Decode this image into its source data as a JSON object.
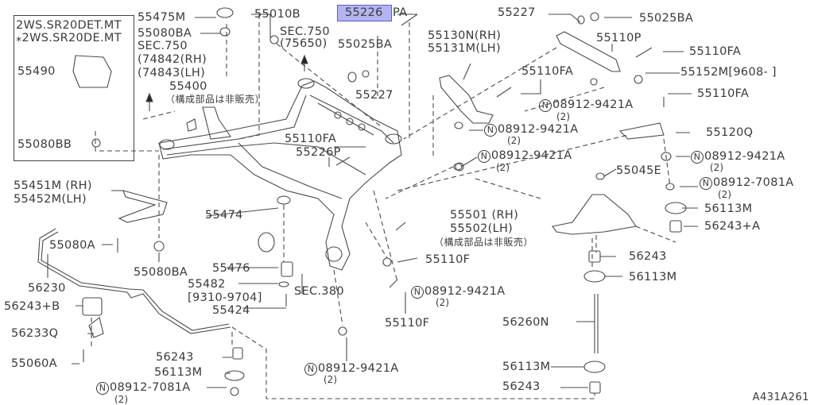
{
  "highlight": {
    "part": "55226",
    "color": "#b4b4f0",
    "border": "#5b5bd6"
  },
  "inset": {
    "line1": "2WS.SR20DET.MT",
    "line2": "⁎2WS.SR20DE.MT",
    "parts": [
      "55490",
      "55080BB"
    ]
  },
  "labels": {
    "p55475M": "55475M",
    "p55080BA_top": "55080BA",
    "sec750a": "SEC.750",
    "p74842": "(74842(RH)",
    "p74843": "(74843(LH)",
    "p55400": "55400",
    "jp_notsold_1": "（構成部品は非販売）",
    "p55010B": "55010B",
    "sec750b": "SEC.750",
    "p75650": "(75650)",
    "p55025BA_mid": "55025BA",
    "p55227_mid": "55227",
    "p55226PA_rest": "PA",
    "p55130N": "55130N(RH)",
    "p55131M": "55131M(LH)",
    "p55227_top": "55227",
    "p55025BA_top": "55025BA",
    "p55110P": "55110P",
    "p55110FA_r1": "55110FA",
    "p55152M": "55152M[9608-    ]",
    "p55110FA_mid": "55110FA",
    "p55110FA_r2": "55110FA",
    "n08912_a": "08912-9421A",
    "n08912_b": "08912-9421A",
    "p55120Q": "55120Q",
    "p55110FA_c": "55110FA",
    "p55226P": "55226P",
    "n08912_c": "08912-9421A",
    "n08912_d": "08912-9421A",
    "p55045E": "55045E",
    "n08912_7081_r": "08912-7081A",
    "p55451M": "55451M (RH)",
    "p55452M": "55452M(LH)",
    "p55474": "55474",
    "p55501": "55501 (RH)",
    "p55502": "55502(LH)",
    "jp_notsold_2": "（構成部品は非販売）",
    "p56113M_r1": "56113M",
    "p56243A": "56243+A",
    "p55080A": "55080A",
    "p55080BA_low": "55080BA",
    "p55110F_a": "55110F",
    "p56243_r": "56243",
    "p55476": "55476",
    "p56113M_r2": "56113M",
    "p56230": "56230",
    "p55482": "55482",
    "p9310": "[9310-9704]",
    "sec380": "SEC.380",
    "n08912_e": "08912-9421A",
    "p56243B": "56243+B",
    "p55424": "55424",
    "p55110F_b": "55110F",
    "p56260N": "56260N",
    "p56233Q": "56233Q",
    "p56243_l": "56243",
    "p55060A": "55060A",
    "p56113M_l": "56113M",
    "n08912_f": "08912-9421A",
    "p56113M_r3": "56113M",
    "n08912_7081_l": "08912-7081A",
    "p56243_r2": "56243"
  },
  "qty": "(2)",
  "nmark": "N",
  "figure_code": "A431A261"
}
